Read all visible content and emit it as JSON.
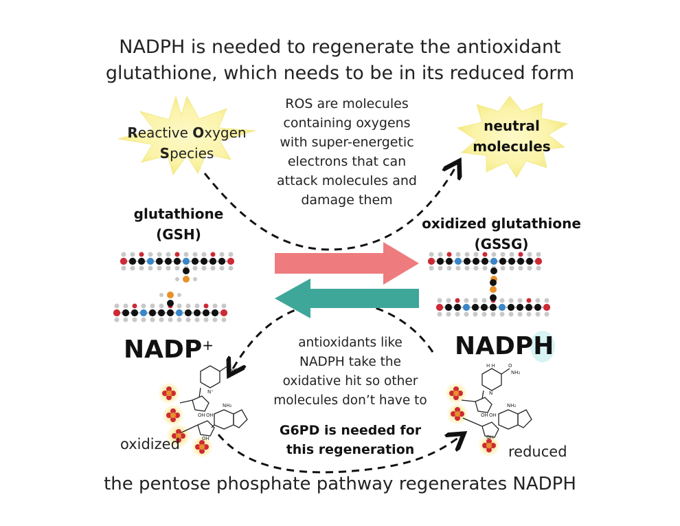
{
  "title": {
    "line1": "NADPH is needed to regenerate the antioxidant",
    "line2": "glutathione, which needs to be in its reduced form"
  },
  "ros": {
    "line1": {
      "r": "R",
      "rest1": "eactive ",
      "o": "O",
      "rest2": "xygen"
    },
    "line2": {
      "s": "S",
      "rest": "pecies"
    },
    "description": [
      "ROS are molecules",
      "containing oxygens",
      "with super-energetic",
      "electrons that can",
      "attack molecules and",
      "damage them"
    ]
  },
  "neutral": {
    "line1": "neutral",
    "line2": "molecules"
  },
  "glutathione": {
    "line1": "glutathione",
    "line2": "(GSH)"
  },
  "oxidized_glutathione": {
    "line1": "oxidized glutathione",
    "line2": "(GSSG)"
  },
  "nadp": {
    "main": "NADP",
    "sup": "+"
  },
  "nadph": {
    "main": "NADP",
    "h": "H"
  },
  "antioxidant_note": [
    "antioxidants like",
    "NADPH take the",
    "oxidative hit so other",
    "molecules don’t have to"
  ],
  "g6pd_note": [
    "G6PD is needed for",
    "this regeneration"
  ],
  "oxidized_label": "oxidized",
  "reduced_label": "reduced",
  "bottom_caption": "the pentose phosphate pathway regenerates NADPH",
  "colors": {
    "forward_arrow": "#ee7b7d",
    "reverse_arrow": "#3fa79a",
    "starburst_fill": "#fbf5b5",
    "starburst_glow": "#f6eea0",
    "atom_black": "#111111",
    "atom_blue": "#3a86c8",
    "atom_red": "#cc2a36",
    "atom_orange": "#e8902a",
    "atom_grey": "#c8c8c8",
    "phosphate_glow": "#f5d24a"
  },
  "icons": [
    "starburst",
    "dashed-curved-arrow",
    "block-arrow-right",
    "block-arrow-left",
    "molecule-chain",
    "nadp-structure"
  ]
}
